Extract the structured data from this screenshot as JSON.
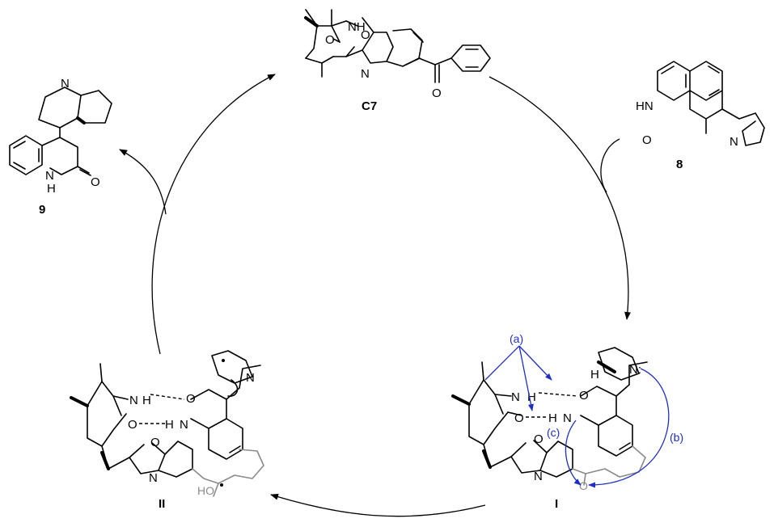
{
  "colors": {
    "bond": "#000000",
    "product_gray": "#8a8a8a",
    "annotation_blue": "#1f2fc4"
  },
  "labels": {
    "catalyst": "C7",
    "substrate": "8",
    "product": "9",
    "intermediate_1": "I",
    "intermediate_2": "II"
  },
  "atoms": {
    "nh": "NH",
    "o": "O",
    "n": "N",
    "hn": "HN",
    "h": "H",
    "ho": "HO",
    "n_lone_pair": "N:"
  },
  "annotations": {
    "a": "(a)",
    "b": "(b)",
    "c": "(c)"
  }
}
